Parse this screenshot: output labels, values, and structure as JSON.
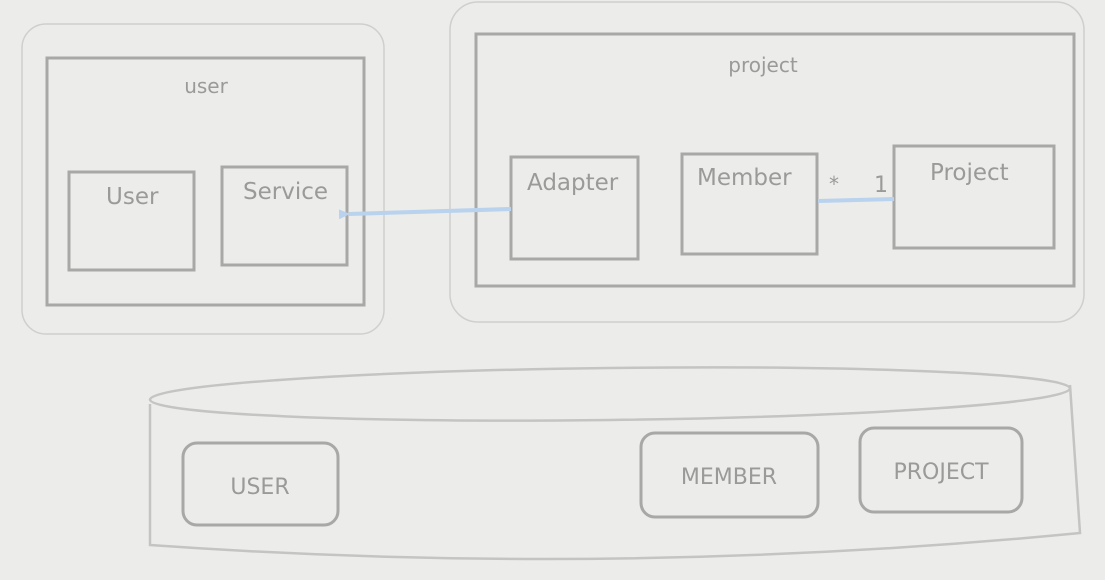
{
  "modules": {
    "user": {
      "title": "user",
      "classes": {
        "user": "User",
        "service": "Service"
      }
    },
    "project": {
      "title": "project",
      "classes": {
        "adapter": "Adapter",
        "member": "Member",
        "project": "Project"
      },
      "association": {
        "member_end": "*",
        "project_end": "1"
      }
    }
  },
  "database": {
    "tables": {
      "user": "USER",
      "member": "MEMBER",
      "project": "PROJECT"
    }
  },
  "colors": {
    "background": "#ececea",
    "outline": "#a8a8a6",
    "text": "#9a9a98",
    "connector": "#b9d2ee"
  }
}
